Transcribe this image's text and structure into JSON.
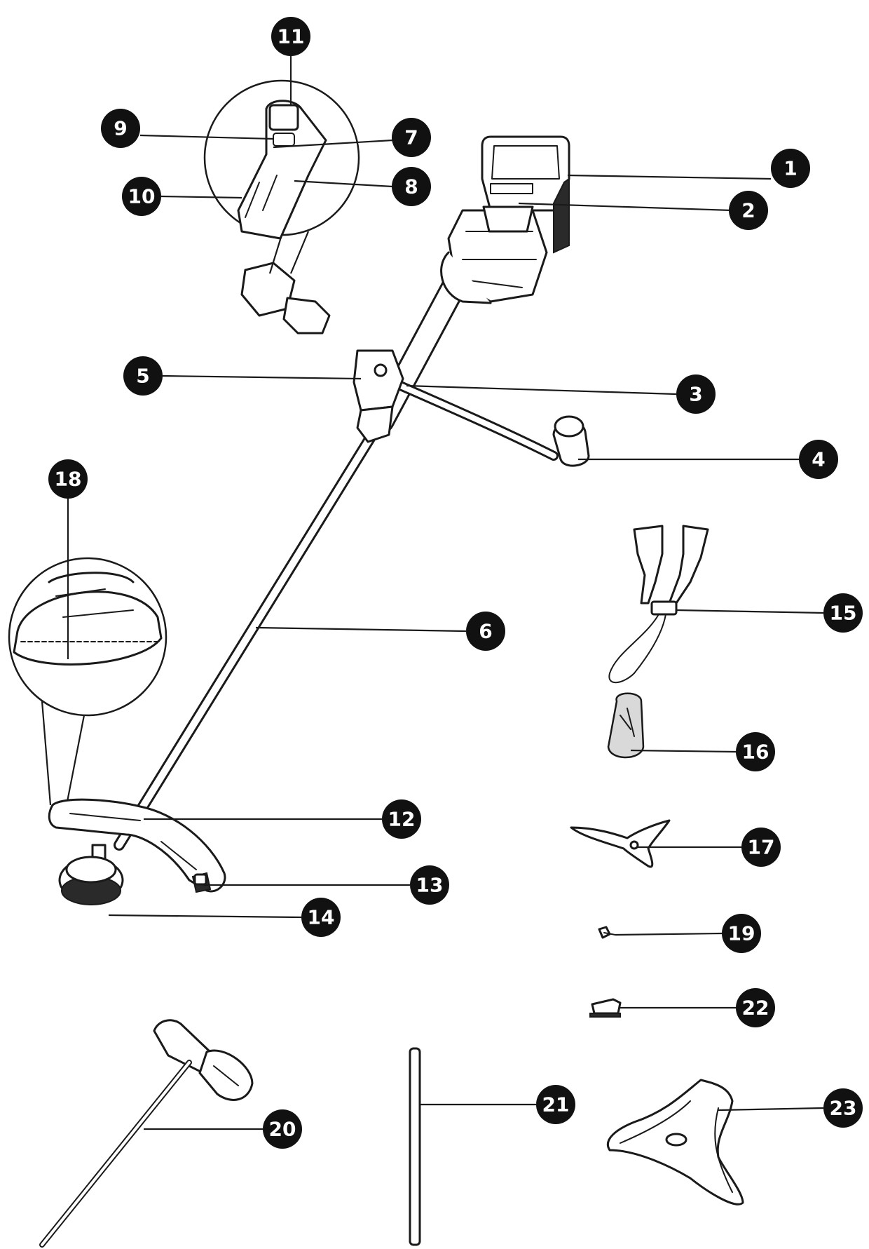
{
  "colors": {
    "badge_fill": "#111111",
    "badge_text": "#ffffff",
    "line": "#1a1a1a",
    "background": "#ffffff"
  },
  "callouts": [
    {
      "id": "1",
      "label": "1"
    },
    {
      "id": "2",
      "label": "2"
    },
    {
      "id": "3",
      "label": "3"
    },
    {
      "id": "4",
      "label": "4"
    },
    {
      "id": "5",
      "label": "5"
    },
    {
      "id": "6",
      "label": "6"
    },
    {
      "id": "7",
      "label": "7"
    },
    {
      "id": "8",
      "label": "8"
    },
    {
      "id": "9",
      "label": "9"
    },
    {
      "id": "10",
      "label": "10"
    },
    {
      "id": "11",
      "label": "11"
    },
    {
      "id": "12",
      "label": "12"
    },
    {
      "id": "13",
      "label": "13"
    },
    {
      "id": "14",
      "label": "14"
    },
    {
      "id": "15",
      "label": "15"
    },
    {
      "id": "16",
      "label": "16"
    },
    {
      "id": "17",
      "label": "17"
    },
    {
      "id": "18",
      "label": "18"
    },
    {
      "id": "19",
      "label": "19"
    },
    {
      "id": "20",
      "label": "20"
    },
    {
      "id": "21",
      "label": "21"
    },
    {
      "id": "22",
      "label": "22"
    },
    {
      "id": "23",
      "label": "23"
    }
  ]
}
